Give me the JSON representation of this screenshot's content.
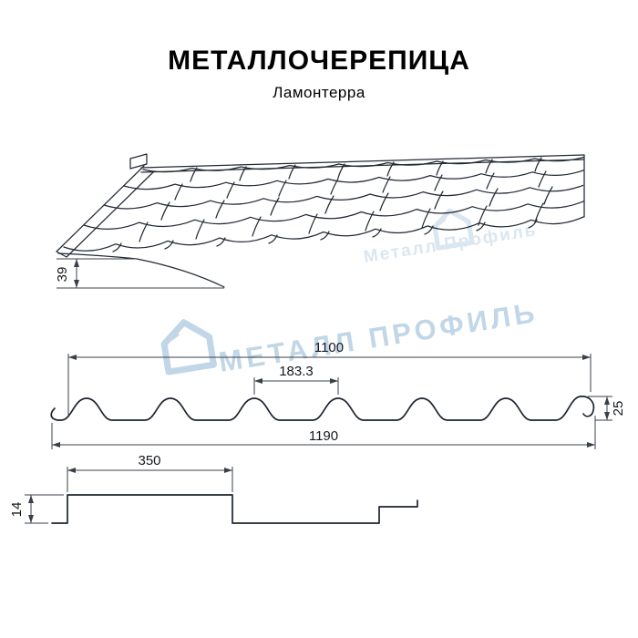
{
  "header": {
    "title": "МЕТАЛЛОЧЕРЕПИЦА",
    "subtitle": "Ламонтерра"
  },
  "watermark": {
    "brand_main": "МЕТАЛЛ ПРОФИЛЬ",
    "brand_small": "Металл Профиль",
    "color": "#b7cfe3"
  },
  "roof_view": {
    "step_height": "39"
  },
  "profile_view": {
    "cover_width": "1100",
    "wave_module": "183.3",
    "wave_height": "25",
    "total_width": "1190"
  },
  "step_view": {
    "module_length": "350",
    "step_height": "14"
  }
}
